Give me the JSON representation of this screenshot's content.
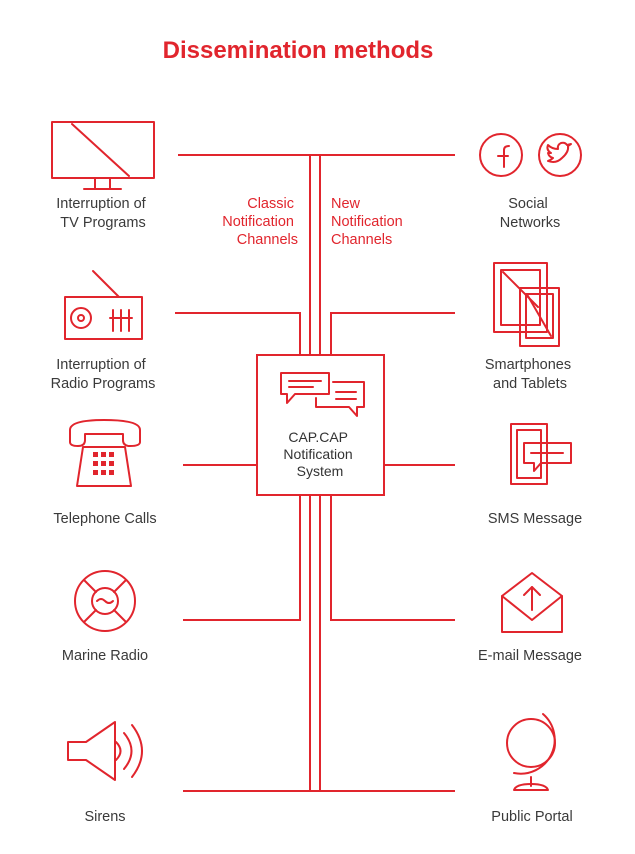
{
  "title": "Dissemination methods",
  "center": {
    "lines": [
      "CAP.CAP",
      "Notification",
      "System"
    ],
    "icon": "chat-bubbles-icon"
  },
  "channels": {
    "classic": [
      "Classic",
      "Notification",
      "Channels"
    ],
    "new": [
      "New",
      "Notification",
      "Channels"
    ]
  },
  "left_items": [
    {
      "id": "tv",
      "icon": "tv-icon",
      "label": [
        "Interruption of",
        "TV Programs"
      ]
    },
    {
      "id": "radio",
      "icon": "radio-icon",
      "label": [
        "Interruption of",
        "Radio Programs"
      ]
    },
    {
      "id": "phone",
      "icon": "telephone-icon",
      "label": [
        "Telephone Calls"
      ]
    },
    {
      "id": "marine",
      "icon": "marine-radio-icon",
      "label": [
        "Marine Radio"
      ]
    },
    {
      "id": "sirens",
      "icon": "siren-icon",
      "label": [
        "Sirens"
      ]
    }
  ],
  "right_items": [
    {
      "id": "social",
      "icon": "social-networks-icon",
      "label": [
        "Social",
        "Networks"
      ]
    },
    {
      "id": "smartphones",
      "icon": "smartphone-tablet-icon",
      "label": [
        "Smartphones",
        "and Tablets"
      ]
    },
    {
      "id": "sms",
      "icon": "sms-icon",
      "label": [
        "SMS Message"
      ]
    },
    {
      "id": "email",
      "icon": "email-icon",
      "label": [
        "E-mail Message"
      ]
    },
    {
      "id": "portal",
      "icon": "globe-icon",
      "label": [
        "Public Portal"
      ]
    }
  ],
  "colors": {
    "accent": "#e1252d",
    "text": "#3a3a3a"
  }
}
